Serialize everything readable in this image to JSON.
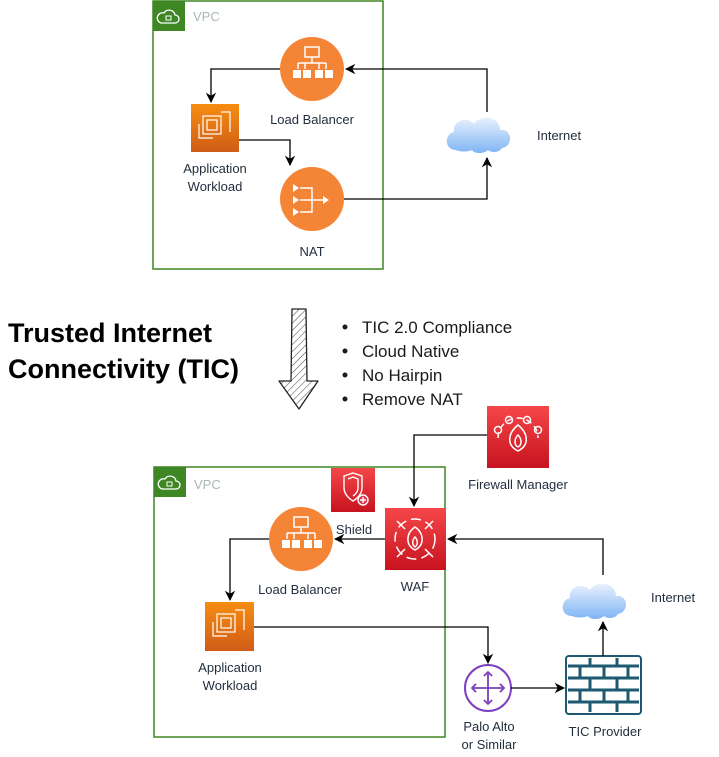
{
  "diagram": {
    "top": {
      "vpc_label": "VPC",
      "load_balancer": "Load Balancer",
      "workload_line1": "Application",
      "workload_line2": "Workload",
      "nat": "NAT",
      "internet": "Internet"
    },
    "transition": {
      "title_line1": "Trusted Internet",
      "title_line2": "Connectivity (TIC)",
      "bullets": [
        "TIC 2.0 Compliance",
        "Cloud Native",
        "No Hairpin",
        "Remove NAT"
      ]
    },
    "bottom": {
      "vpc_label": "VPC",
      "firewall_manager": "Firewall Manager",
      "shield": "Shield",
      "waf": "WAF",
      "load_balancer": "Load Balancer",
      "workload_line1": "Application",
      "workload_line2": "Workload",
      "internet": "Internet",
      "palo_line1": "Palo Alto",
      "palo_line2": "or Similar",
      "tic_provider": "TIC Provider"
    },
    "colors": {
      "vpc_green": "#3f8624",
      "elb_orange": "#f58536",
      "ec2_orange": "#e7700d",
      "security_red": "#dd344c",
      "router_purple": "#7b3fbf",
      "firewall_teal": "#1d5a72"
    }
  }
}
